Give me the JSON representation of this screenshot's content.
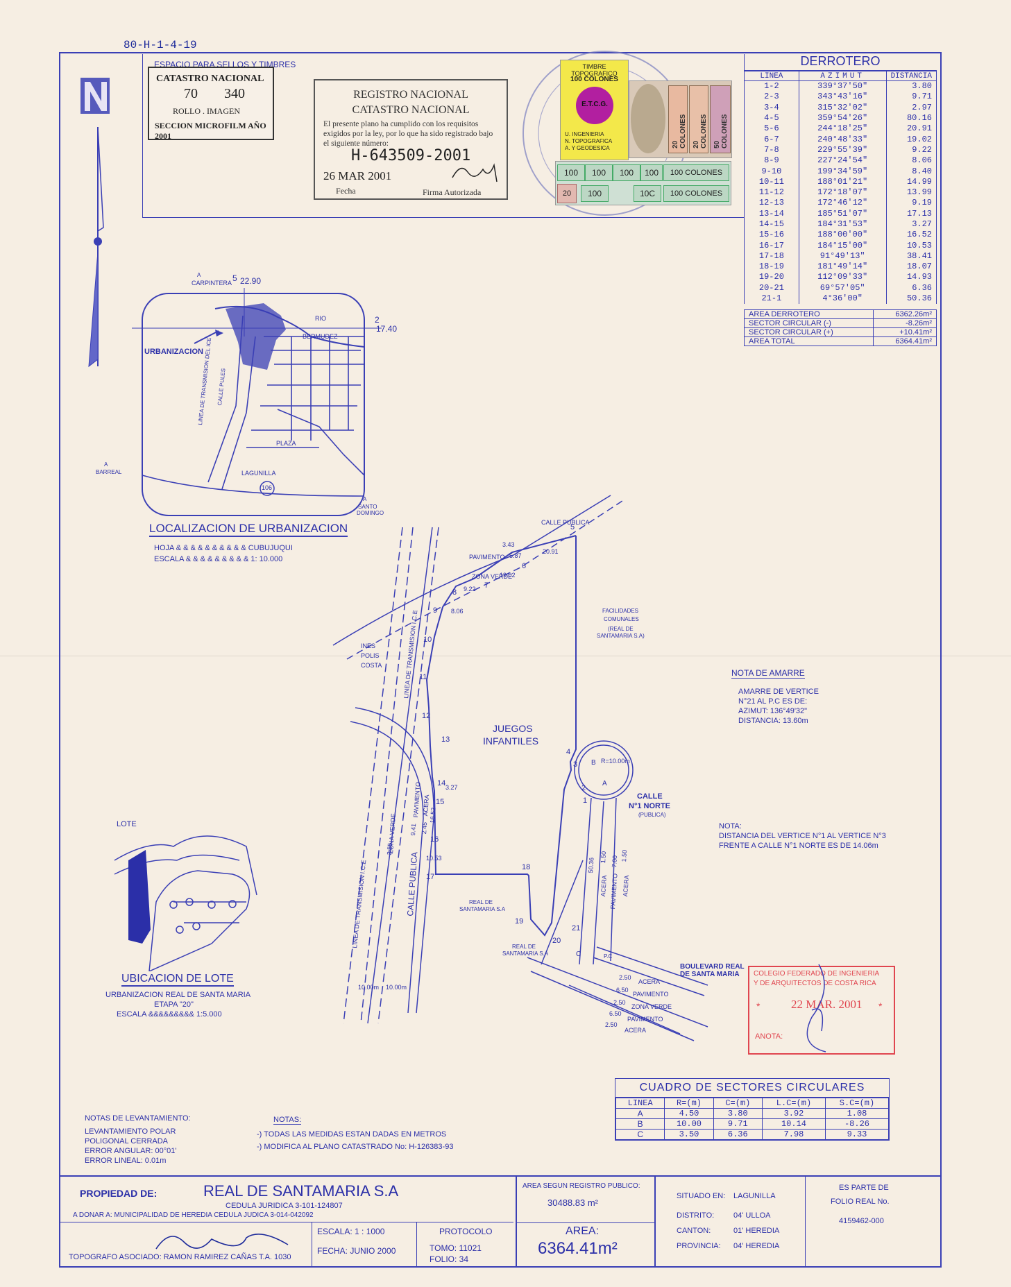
{
  "doc_code": "80-H-1-4-19",
  "seal_space": {
    "title": "ESPACIO PARA SELLOS Y TIMBRES",
    "catastro_box": {
      "line1": "CATASTRO NACIONAL",
      "roll": "70",
      "image": "340",
      "line3": "ROLLO . IMAGEN",
      "line4": "SECCION MICROFILM AÑO 2001"
    }
  },
  "registro": {
    "title1": "REGISTRO NACIONAL",
    "title2": "CATASTRO NACIONAL",
    "body": "El presente plano ha cumplido con los requisitos exigidos por la ley, por lo que ha sido registrado bajo el siguiente número:",
    "number": "H-643509-2001",
    "date": "26 MAR 2001",
    "fecha_label": "Fecha",
    "firma_label": "Firma Autorizada"
  },
  "timbres": {
    "topo_title": "TIMBRE TOPOGRAFICO",
    "topo_value": "100 COLONES",
    "topo_logo": "E.T.C.G.",
    "topo_lines": [
      "U. INGENIERIA",
      "N. TOPOGRAFICA",
      "A. Y GEODESICA"
    ],
    "values": [
      "20 COLONES",
      "20 COLONES",
      "50 COLONES",
      "100",
      "100",
      "100",
      "100",
      "100 COLONES",
      "20",
      "100",
      "10C",
      "100 COLONES"
    ]
  },
  "derrotero": {
    "title": "DERROTERO",
    "headers": [
      "LINEA",
      "AZIMUT",
      "DISTANCIA"
    ],
    "rows": [
      [
        "1-2",
        "339°37'50\"",
        "3.80"
      ],
      [
        "2-3",
        "343°43'16\"",
        "9.71"
      ],
      [
        "3-4",
        "315°32'02\"",
        "2.97"
      ],
      [
        "4-5",
        "359°54'26\"",
        "80.16"
      ],
      [
        "5-6",
        "244°18'25\"",
        "20.91"
      ],
      [
        "6-7",
        "240°48'33\"",
        "19.02"
      ],
      [
        "7-8",
        "229°55'39\"",
        "9.22"
      ],
      [
        "8-9",
        "227°24'54\"",
        "8.06"
      ],
      [
        "9-10",
        "199°34'59\"",
        "8.40"
      ],
      [
        "10-11",
        "188°01'21\"",
        "14.99"
      ],
      [
        "11-12",
        "172°18'07\"",
        "13.99"
      ],
      [
        "12-13",
        "172°46'12\"",
        "9.19"
      ],
      [
        "13-14",
        "185°51'07\"",
        "17.13"
      ],
      [
        "14-15",
        "184°31'53\"",
        "3.27"
      ],
      [
        "15-16",
        "188°00'00\"",
        "16.52"
      ],
      [
        "16-17",
        "184°15'00\"",
        "10.53"
      ],
      [
        "17-18",
        "91°49'13\"",
        "38.41"
      ],
      [
        "18-19",
        "181°49'14\"",
        "18.07"
      ],
      [
        "19-20",
        "112°09'33\"",
        "14.93"
      ],
      [
        "20-21",
        "69°57'05\"",
        "6.36"
      ],
      [
        "21-1",
        "4°36'00\"",
        "50.36"
      ]
    ],
    "totals": [
      [
        "AREA DERROTERO",
        "6362.26m²"
      ],
      [
        "SECTOR CIRCULAR (-)",
        "-8.26m²"
      ],
      [
        "SECTOR CIRCULAR (+)",
        "+10.41m²"
      ],
      [
        "AREA TOTAL",
        "6364.41m²"
      ]
    ]
  },
  "localizacion": {
    "labels": {
      "carpintera": "CARPINTERA",
      "a_top": "A",
      "urbanizacion": "URBANIZACION",
      "rio": "RIO",
      "bermudez": "BERMUDEZ",
      "linea_transmision": "LINEA DE TRANSMISION DEL ICE",
      "calle_pules": "CALLE PULES",
      "plaza": "PLAZA",
      "lagunilla": "LAGUNILLA",
      "route": "106",
      "barreal": "BARREAL",
      "a_left": "A",
      "santo": "SANTO",
      "domingo": "DOMINGO",
      "a_right": "A",
      "n5": "5",
      "v2290": "22.90",
      "n2": "2",
      "v1740": "17.40"
    },
    "title": "LOCALIZACION DE URBANIZACION",
    "hoja": "HOJA & & & & & & & & & & CUBUJUQUI",
    "escala": "ESCALA & & & & & & & & & 1: 10.000"
  },
  "ubicacion": {
    "lote_label": "LOTE",
    "title": "UBICACION DE LOTE",
    "line1": "URBANIZACION REAL DE SANTA MARIA",
    "line2": "ETAPA \"20\"",
    "line3": "ESCALA &&&&&&&&& 1:5.000"
  },
  "plan": {
    "vertices": [
      "1",
      "2",
      "3",
      "4",
      "5",
      "6",
      "7",
      "8",
      "9",
      "10",
      "11",
      "12",
      "13",
      "14",
      "15",
      "16",
      "17",
      "18",
      "19",
      "20",
      "21"
    ],
    "segment_labels": {
      "d2091": "20.91",
      "d1902": "19.02",
      "d922": "9.22",
      "d806": "8.06",
      "d327": "3.27",
      "d1652": "16.52",
      "d1053": "10.53",
      "d343": "3.43",
      "d587": "5.87",
      "d245": "2.45",
      "d941": "9.41",
      "d355": "3.55",
      "d5036": "50.36",
      "d150a": "1.50",
      "d700": "7.00",
      "d150b": "1.50",
      "r1000": "R=10.00m",
      "d1000a": "10.00m",
      "d1000b": "10.00m",
      "d250a": "2.50",
      "d650a": "6.50",
      "d250b": "2.50",
      "d650b": "6.50",
      "d250c": "2.50"
    },
    "street_labels": {
      "calle_publica_top": "CALLE PUBLICA",
      "pavimento_top": "PAVIMENTO",
      "zona_verde_top": "ZONA VERDE",
      "linea_ice": "LINEA DE TRANSMISION I.C.E",
      "linea_ice2": "LINEA DE TRANSMISION I.C.E",
      "zona_verde": "ZONA VERDE",
      "pavimento": "PAVIMENTO",
      "acera": "ACERA",
      "calle_publica": "CALLE PUBLICA",
      "acera_r": "ACERA",
      "pavimento_r": "PAVIMENTO",
      "acera_r2": "ACERA",
      "acera_b1": "ACERA",
      "pavimento_b1": "PAVIMENTO",
      "zona_verde_b": "ZONA VERDE",
      "pavimento_b2": "PAVIMENTO",
      "acera_b2": "ACERA",
      "pc": "P.C",
      "A": "A",
      "B": "B",
      "C": "C"
    },
    "owner_labels": {
      "ines1": "INES",
      "ines2": "POLIS",
      "ines3": "COSTA",
      "facilidades1": "FACILIDADES",
      "facilidades2": "COMUNALES",
      "facilidades3": "(REAL DE",
      "facilidades4": "SANTAMARIA S.A)",
      "juegos1": "JUEGOS",
      "juegos2": "INFANTILES",
      "real1a": "REAL DE",
      "real1b": "SANTAMARIA S.A",
      "real2a": "REAL DE",
      "real2b": "SANTAMARIA S.A",
      "calle_norte1": "CALLE",
      "calle_norte2": "N°1 NORTE",
      "calle_norte3": "(PUBLICA)",
      "boulevard1": "BOULEVARD REAL",
      "boulevard2": "DE SANTA MARIA"
    }
  },
  "nota_amarre": {
    "title": "NOTA DE AMARRE",
    "lines": [
      "AMARRE DE VERTICE",
      "N°21 AL P.C ES DE:",
      "AZIMUT: 136°49'32\"",
      "DISTANCIA: 13.60m"
    ]
  },
  "nota_distancia": {
    "lines": [
      "NOTA:",
      "DISTANCIA DEL VERTICE N°1 AL VERTICE N°3",
      "FRENTE A CALLE N°1 NORTE ES DE 14.06m"
    ]
  },
  "colegio_stamp": {
    "line1": "COLEGIO FEDERADO DE INGENIERIA",
    "line2": "Y DE ARQUITECTOS DE COSTA RICA",
    "date": "22 MAR. 2001",
    "anota": "ANOTA:"
  },
  "cuadro_sectores": {
    "title": "CUADRO DE SECTORES CIRCULARES",
    "headers": [
      "LINEA",
      "R=(m)",
      "C=(m)",
      "L.C=(m)",
      "S.C=(m)"
    ],
    "rows": [
      [
        "A",
        "4.50",
        "3.80",
        "3.92",
        "1.08"
      ],
      [
        "B",
        "10.00",
        "9.71",
        "10.14",
        "-8.26"
      ],
      [
        "C",
        "3.50",
        "6.36",
        "7.98",
        "9.33"
      ]
    ]
  },
  "notas_levantamiento": {
    "title": "NOTAS DE LEVANTAMIENTO:",
    "lines": [
      "LEVANTAMIENTO POLAR",
      "POLIGONAL CERRADA",
      "ERROR ANGULAR: 00°01'",
      "ERROR LINEAL: 0.01m"
    ]
  },
  "notas": {
    "title": "NOTAS:",
    "lines": [
      "-) TODAS LAS MEDIDAS ESTAN DADAS EN METROS",
      "-) MODIFICA AL PLANO CATASTRADO No: H-126383-93"
    ]
  },
  "titleblock": {
    "propiedad_label": "PROPIEDAD DE:",
    "owner": "REAL DE SANTAMARIA S.A",
    "cedula": "CEDULA JURIDICA   3-101-124807",
    "donar": "A DONAR A:  MUNICIPALIDAD DE HEREDIA CEDULA JUDICA 3-014-042092",
    "topografo": "TOPOGRAFO ASOCIADO: RAMON RAMIREZ CAÑAS   T.A. 1030",
    "escala": "ESCALA:   1 : 1000",
    "fecha": "FECHA: JUNIO 2000",
    "protocolo_title": "PROTOCOLO",
    "tomo": "TOMO:   11021",
    "folio": "FOLIO:    34",
    "area_registro_label": "AREA SEGUN REGISTRO PUBLICO:",
    "area_registro_value": "30488.83 m²",
    "area_label": "AREA:",
    "area_value": "6364.41m²",
    "situado_label": "SITUADO EN:",
    "situado": "LAGUNILLA",
    "distrito_label": "DISTRITO:",
    "distrito": "04' ULLOA",
    "canton_label": "CANTON:",
    "canton": "01' HEREDIA",
    "provincia_label": "PROVINCIA:",
    "provincia": "04' HEREDIA",
    "folio_real1": "ES PARTE DE",
    "folio_real2": "FOLIO REAL No.",
    "folio_real3": "4159462-000"
  },
  "colors": {
    "ink": "#2b2fa8",
    "paper": "#f6eee3",
    "stamp_red": "#e0454f",
    "stamp_yellow": "#f3e84a",
    "stamp_magenta": "#b21fa0"
  }
}
